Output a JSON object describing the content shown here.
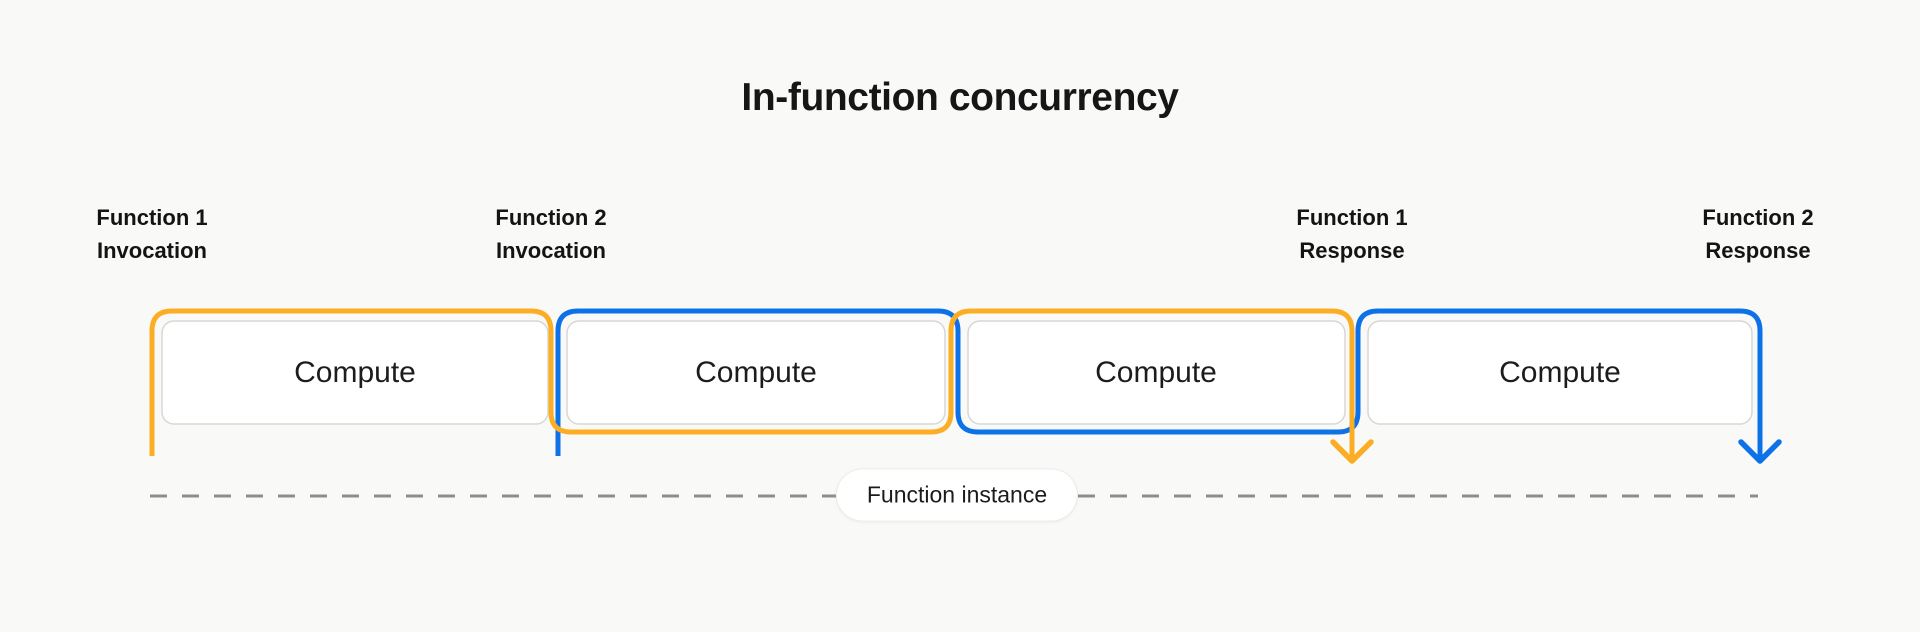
{
  "title": "In-function concurrency",
  "colors": {
    "function1": "#FBAE24",
    "function2": "#0D72E8"
  },
  "labels": [
    {
      "line1": "Function 1",
      "line2": "Invocation"
    },
    {
      "line1": "Function 2",
      "line2": "Invocation"
    },
    {
      "line1": "Function 1",
      "line2": "Response"
    },
    {
      "line1": "Function 2",
      "line2": "Response"
    }
  ],
  "boxes": [
    {
      "label": "Compute"
    },
    {
      "label": "Compute"
    },
    {
      "label": "Compute"
    },
    {
      "label": "Compute"
    }
  ],
  "timeline": {
    "pill_label": "Function instance"
  }
}
